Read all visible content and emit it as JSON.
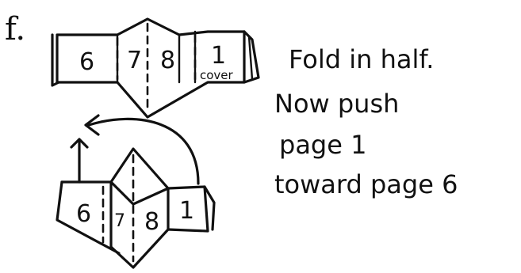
{
  "step_label": "f.",
  "top_strip": {
    "panels": [
      "6",
      "7",
      "8",
      "1"
    ],
    "cover_label": "cover"
  },
  "bottom_strip": {
    "panels": [
      "6",
      "7",
      "8",
      "1"
    ]
  },
  "instruction_lines": [
    "Fold in half.",
    "Now push",
    "page 1",
    "toward page 6"
  ]
}
